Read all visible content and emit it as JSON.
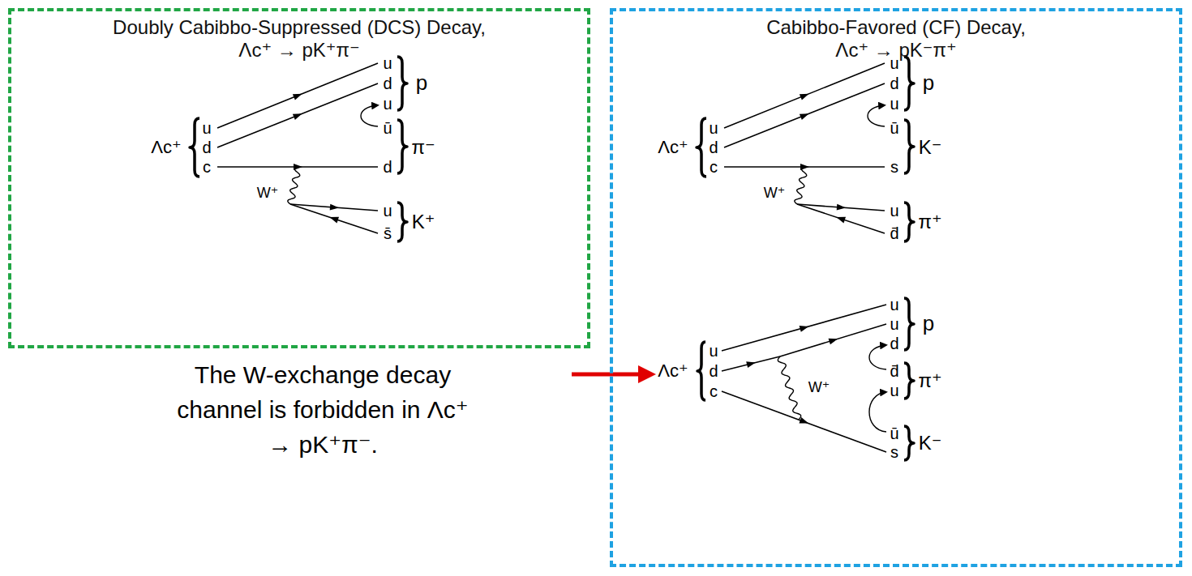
{
  "diagram": {
    "nodes": [
      {
        "text": [
          "Doubly Cabibbo-Suppressed (DCS) Decay, Λc⁺ → pK⁺π⁻"
        ]
      },
      {
        "text": [
          "Cabibbo-Favored (CF) Decay, Λc⁺ → pK⁻π⁺"
        ]
      }
    ],
    "labels": [
      "Λc⁺",
      "u",
      "d",
      "c",
      "u",
      "d",
      "u",
      "p",
      "ū",
      "d",
      "π⁻",
      "W⁺",
      "u",
      "s̄",
      "K⁺",
      "The W-exchange decay channel is forbidden in Λc⁺ → pK⁺π⁻.",
      "Λc⁺",
      "u",
      "d",
      "c",
      "u",
      "d",
      "u",
      "p",
      "ū",
      "s",
      "K⁻",
      "W⁺",
      "u",
      "d̄",
      "π⁺",
      "Λc⁺",
      "u",
      "d",
      "c",
      "W⁺",
      "u",
      "u",
      "d",
      "p",
      "d̄",
      "u",
      "π⁺",
      "ū",
      "s",
      "K⁻"
    ]
  }
}
